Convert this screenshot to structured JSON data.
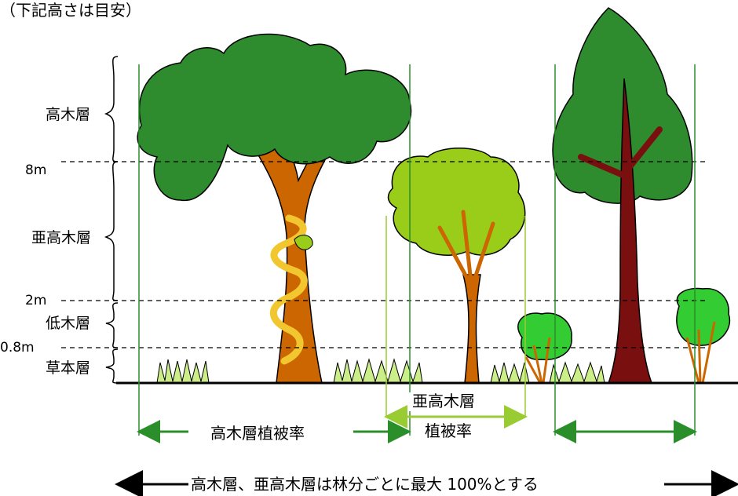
{
  "caption": "（下記高さは目安）",
  "layers": [
    {
      "name": "高木層"
    },
    {
      "name": "亜高木層"
    },
    {
      "name": "低木層"
    },
    {
      "name": "草本層"
    }
  ],
  "heights": [
    {
      "label": "8m"
    },
    {
      "label": "2m"
    },
    {
      "label": "0.8m"
    }
  ],
  "coverage": {
    "canopy_label": "高木層植被率",
    "subcanopy_label_line1": "亜高木層",
    "subcanopy_label_line2": "植被率"
  },
  "footnote": "高木層、亜高木層は林分ごとに最大 100%とする",
  "colors": {
    "canopy_green": "#2e8b2e",
    "subcanopy_green": "#9acd1a",
    "shrub_green": "#33cc33",
    "trunk_orange": "#cc6600",
    "trunk_maroon": "#7a0f0f",
    "vine_yellow": "#f2c62e",
    "grass": "#ccee88",
    "line_green": "#2a8f2a",
    "line_lightgreen": "#99cc33"
  }
}
